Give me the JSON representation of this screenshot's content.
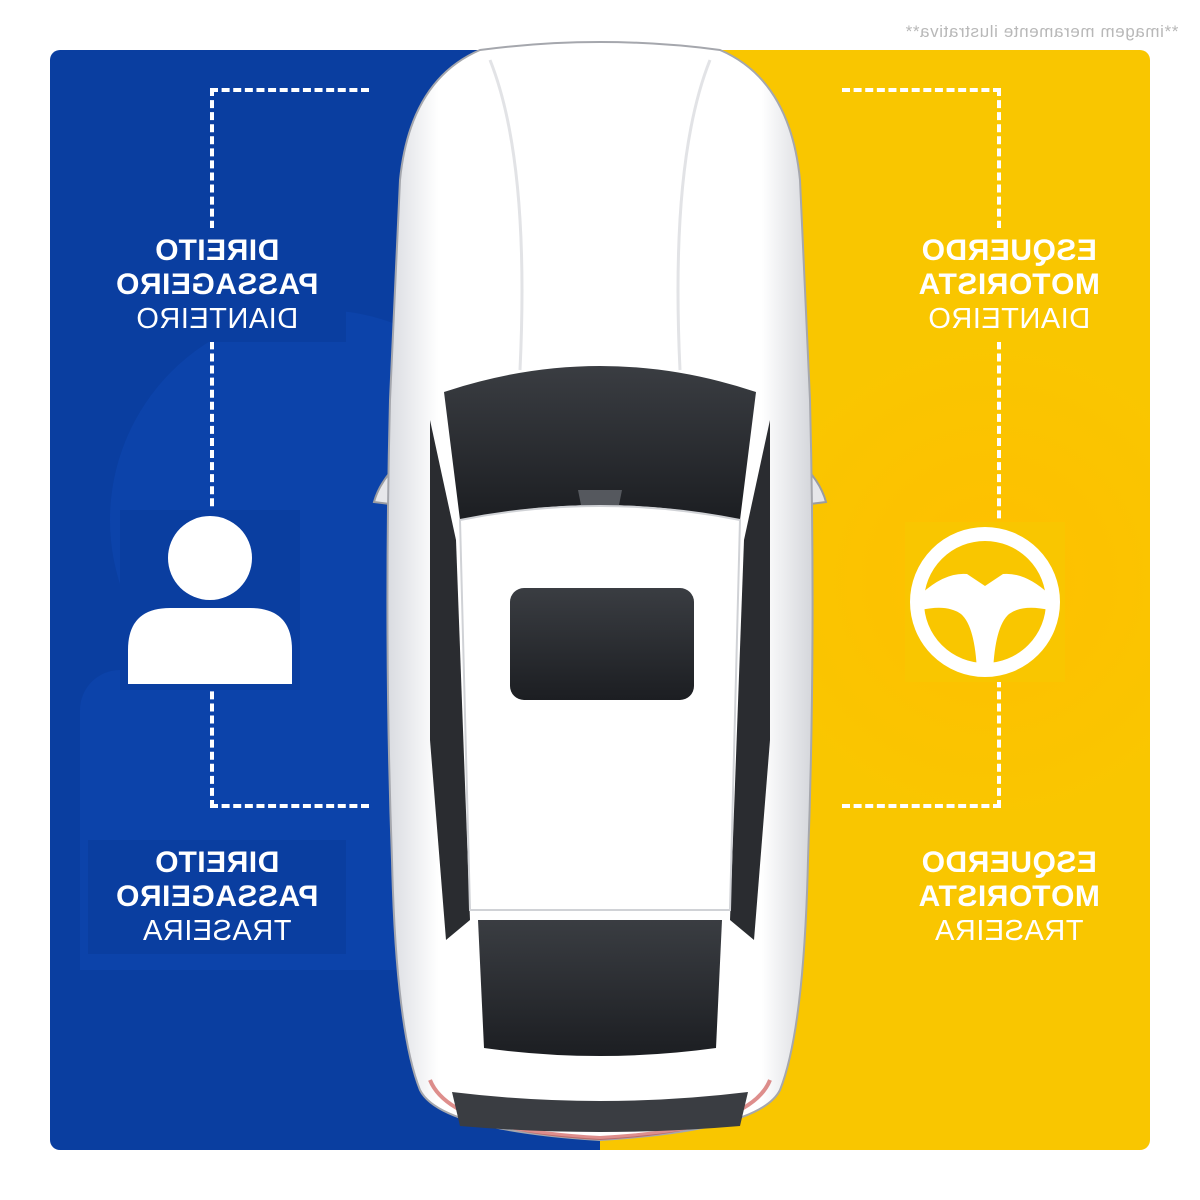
{
  "disclaimer": "**imagem meramente ilustrativa**",
  "colors": {
    "left_panel": "#0a3ea0",
    "right_panel": "#f9c600",
    "text": "#ffffff"
  },
  "positions": {
    "front_left": {
      "line1": "DIREITO",
      "line2": "PASSAGEIRO",
      "line3": "DIANTEIRO"
    },
    "front_right": {
      "line1": "ESQUERDO",
      "line2": "MOTORISTA",
      "line3": "DIANTEIRO"
    },
    "rear_left": {
      "line1": "DIREITO",
      "line2": "PASSAGEIRO",
      "line3": "TRASEIRA"
    },
    "rear_right": {
      "line1": "ESQUERDO",
      "line2": "MOTORISTA",
      "line3": "TRASEIRA"
    }
  },
  "icons": {
    "passenger": "person-icon",
    "driver": "steering-wheel-icon"
  }
}
